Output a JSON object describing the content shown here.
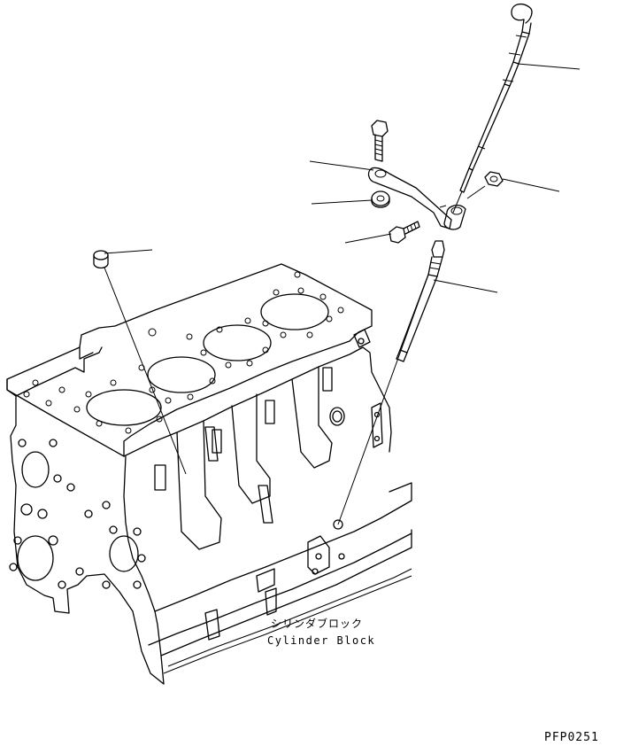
{
  "labels": {
    "part_name_jp": "シリンダブロック",
    "part_name_en": "Cylinder Block",
    "figure_code": "PFP0251"
  },
  "parts": [
    {
      "name": "oil-level-gauge-icon"
    },
    {
      "name": "guide-tube-icon"
    },
    {
      "name": "tube-clamp-bracket-icon"
    },
    {
      "name": "bracket-bolt-icon"
    },
    {
      "name": "washer-icon"
    },
    {
      "name": "mounting-bolt-icon"
    },
    {
      "name": "nut-icon"
    },
    {
      "name": "blind-plug-icon"
    },
    {
      "name": "cylinder-block-icon"
    }
  ]
}
